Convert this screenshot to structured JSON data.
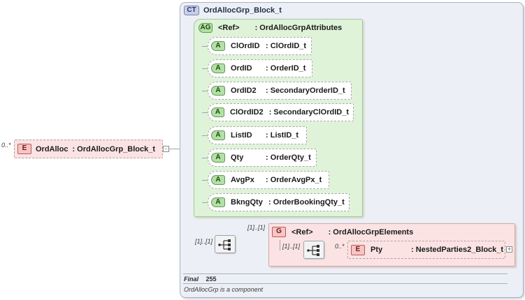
{
  "root_element": {
    "badge": "E",
    "cardinality": "0..*",
    "name": "OrdAlloc",
    "type": ": OrdAllocGrp_Block_t",
    "expand": "-"
  },
  "complex_type": {
    "badge": "CT",
    "title": "OrdAllocGrp_Block_t"
  },
  "attribute_group": {
    "badge": "AG",
    "ref": "<Ref>",
    "name": ": OrdAllocGrpAttributes",
    "attributes": [
      {
        "badge": "A",
        "name": "ClOrdID",
        "type": ": ClOrdID_t"
      },
      {
        "badge": "A",
        "name": "OrdID",
        "type": ": OrderID_t"
      },
      {
        "badge": "A",
        "name": "OrdID2",
        "type": ": SecondaryOrderID_t"
      },
      {
        "badge": "A",
        "name": "ClOrdID2",
        "type": ": SecondaryClOrdID_t"
      },
      {
        "badge": "A",
        "name": "ListID",
        "type": ": ListID_t"
      },
      {
        "badge": "A",
        "name": "Qty",
        "type": ": OrderQty_t"
      },
      {
        "badge": "A",
        "name": "AvgPx",
        "type": ": OrderAvgPx_t"
      },
      {
        "badge": "A",
        "name": "BkngQty",
        "type": ": OrderBookingQty_t"
      }
    ]
  },
  "sequence": {
    "cardinality": "[1]..[1]"
  },
  "group": {
    "badge": "G",
    "cardinality": "[1]..[1]",
    "ref": "<Ref>",
    "name": ": OrdAllocGrpElements",
    "sequence_cardinality": "[1]..[1]",
    "element": {
      "badge": "E",
      "cardinality": "0..*",
      "name": "Pty",
      "type": ": NestedParties2_Block_t",
      "expand": "+"
    }
  },
  "footer": {
    "final_label": "Final",
    "final_value": "255",
    "note": "OrdAllocGrp is a component"
  }
}
